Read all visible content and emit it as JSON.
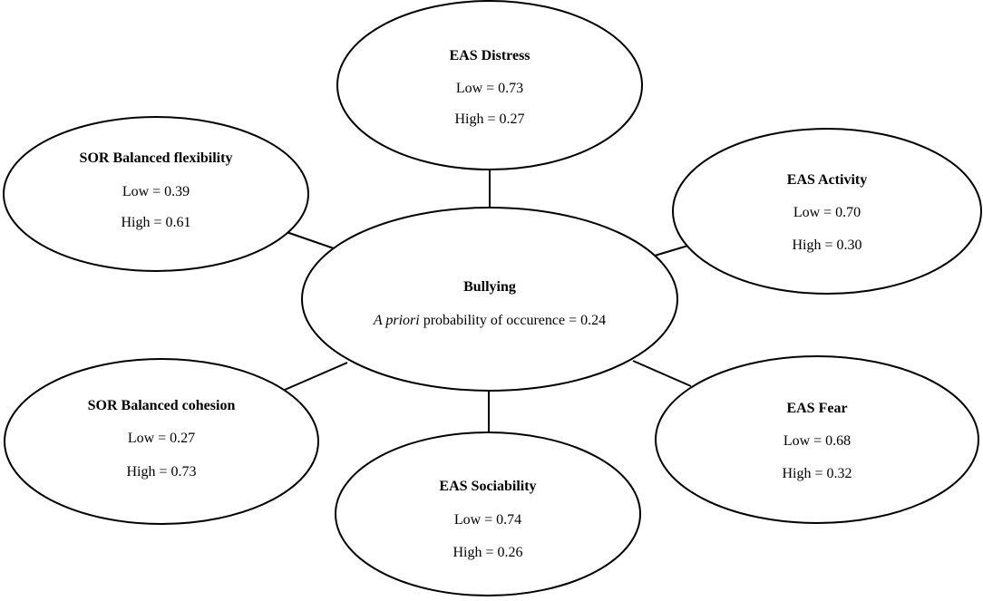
{
  "center": {
    "title": "Bullying",
    "prob_italic": "A priori",
    "prob_rest": " probability of occurence = 0.24"
  },
  "nodes": {
    "eas_distress": {
      "title": "EAS Distress",
      "low": "Low = 0.73",
      "high": "High = 0.27"
    },
    "sor_flexibility": {
      "title": "SOR Balanced flexibility",
      "low": "Low = 0.39",
      "high": "High = 0.61"
    },
    "eas_activity": {
      "title": "EAS Activity",
      "low": "Low = 0.70",
      "high": "High = 0.30"
    },
    "sor_cohesion": {
      "title": "SOR Balanced cohesion",
      "low": "Low = 0.27",
      "high": "High = 0.73"
    },
    "eas_fear": {
      "title": "EAS Fear",
      "low": "Low = 0.68",
      "high": "High = 0.32"
    },
    "eas_sociability": {
      "title": "EAS Sociability",
      "low": "Low = 0.74",
      "high": "High = 0.26"
    }
  }
}
